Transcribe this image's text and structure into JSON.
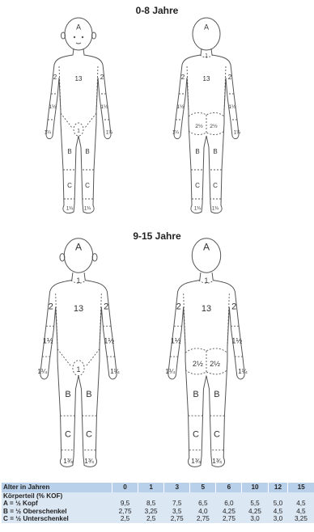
{
  "section_child": {
    "title": "0-8 Jahre"
  },
  "section_youth": {
    "title": "9-15 Jahre"
  },
  "child_front": {
    "head": "A",
    "trunk": "13",
    "upper_arm_l": "2",
    "upper_arm_r": "2",
    "forearm_l": "1½",
    "forearm_r": "1½",
    "hand_l": "1¼",
    "hand_r": "1¼",
    "genital": "1",
    "thigh_l": "B",
    "thigh_r": "B",
    "leg_l": "C",
    "leg_r": "C",
    "foot_l": "1¾",
    "foot_r": "1¾"
  },
  "child_back": {
    "head": "A",
    "neck": "1",
    "trunk": "13",
    "upper_arm_l": "2",
    "upper_arm_r": "2",
    "forearm_l": "1½",
    "forearm_r": "1½",
    "hand_l": "1¼",
    "hand_r": "1¼",
    "buttock_l": "2½",
    "buttock_r": "2½",
    "thigh_l": "B",
    "thigh_r": "B",
    "leg_l": "C",
    "leg_r": "C",
    "foot_l": "1¾",
    "foot_r": "1¾"
  },
  "youth_front": {
    "head": "A",
    "neck": "1",
    "trunk": "13",
    "upper_arm_l": "2",
    "upper_arm_r": "2",
    "forearm_l": "1½",
    "forearm_r": "1½",
    "hand_l": "1¼",
    "hand_r": "1¼",
    "genital": "1",
    "thigh_l": "B",
    "thigh_r": "B",
    "leg_l": "C",
    "leg_r": "C",
    "foot_l": "1¾",
    "foot_r": "1¾"
  },
  "youth_back": {
    "head": "A",
    "neck": "1",
    "trunk": "13",
    "upper_arm_l": "2",
    "upper_arm_r": "2",
    "forearm_l": "1½",
    "forearm_r": "1½",
    "hand_l": "1¼",
    "hand_r": "1¼",
    "buttock_l": "2½",
    "buttock_r": "2½",
    "thigh_l": "B",
    "thigh_r": "B",
    "leg_l": "C",
    "leg_r": "C",
    "foot_l": "1¾",
    "foot_r": "1¾"
  },
  "table": {
    "header_label": "Alter in Jahren",
    "ages": [
      "0",
      "1",
      "3",
      "5",
      "6",
      "10",
      "12",
      "15"
    ],
    "subheader": "Körperteil (% KOF)",
    "rows": [
      {
        "label": "A   =   ½ Kopf",
        "values": [
          "9,5",
          "8,5",
          "7,5",
          "6,5",
          "6,0",
          "5,5",
          "5,0",
          "4,5"
        ]
      },
      {
        "label": "B   =   ½ Oberschenkel",
        "values": [
          "2,75",
          "3,25",
          "3,5",
          "4,0",
          "4,25",
          "4,25",
          "4,5",
          "4,5"
        ]
      },
      {
        "label": "C   =   ½ Unterschenkel",
        "values": [
          "2,5",
          "2,5",
          "2,75",
          "2,75",
          "2,75",
          "3,0",
          "3,0",
          "3,25"
        ]
      }
    ]
  },
  "colors": {
    "header_bg": "#b9d0ea",
    "row_bg": "#dce7f4",
    "outline": "#555555"
  }
}
